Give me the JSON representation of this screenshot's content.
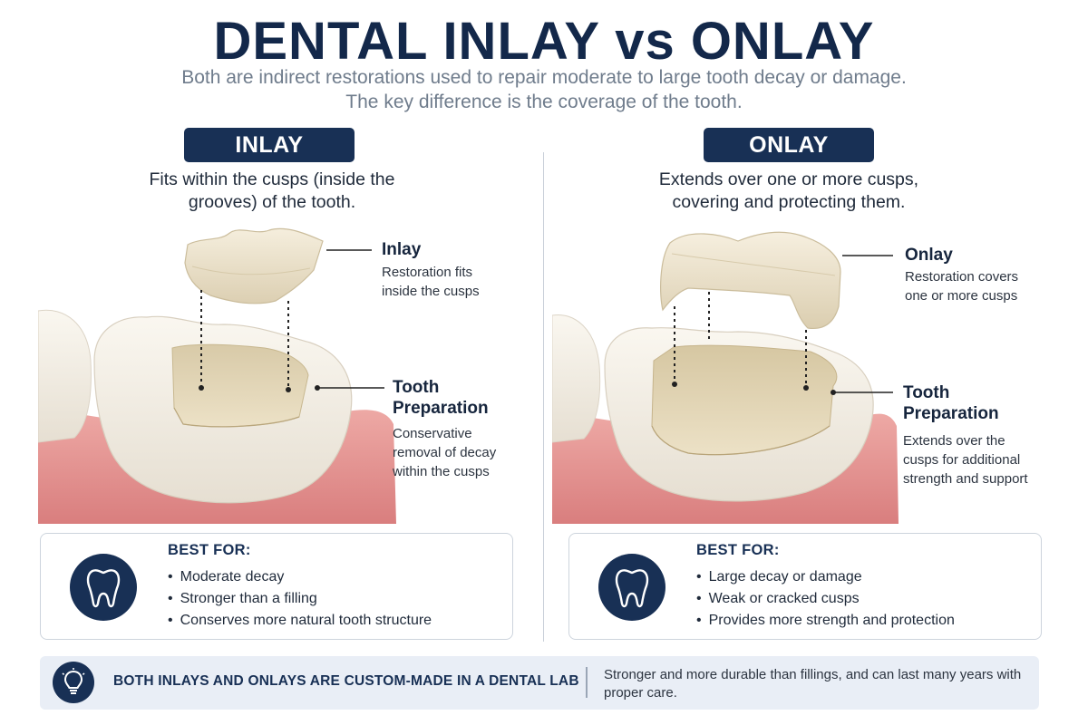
{
  "header": {
    "title": "DENTAL INLAY vs ONLAY",
    "subtitle_line1": "Both are indirect restorations used to repair moderate to large tooth decay or damage.",
    "subtitle_line2": "The key difference is the coverage of the tooth."
  },
  "inlay": {
    "pill": "INLAY",
    "desc_line1": "Fits within the cusps (inside the",
    "desc_line2": "grooves) of the tooth.",
    "callout_restoration_title": "Inlay",
    "callout_restoration_desc_line1": "Restoration fits",
    "callout_restoration_desc_line2": "inside the cusps",
    "callout_prep_title_line1": "Tooth",
    "callout_prep_title_line2": "Preparation",
    "callout_prep_desc_line1": "Conservative",
    "callout_prep_desc_line2": "removal of decay",
    "callout_prep_desc_line3": "within the cusps",
    "best_for_title": "BEST FOR:",
    "best_for": [
      "Moderate decay",
      "Stronger than a filling",
      "Conserves more natural tooth structure"
    ]
  },
  "onlay": {
    "pill": "ONLAY",
    "desc_line1": "Extends over one or more cusps,",
    "desc_line2": "covering and protecting them.",
    "callout_restoration_title": "Onlay",
    "callout_restoration_desc_line1": "Restoration covers",
    "callout_restoration_desc_line2": "one or more cusps",
    "callout_prep_title_line1": "Tooth",
    "callout_prep_title_line2": "Preparation",
    "callout_prep_desc_line1": "Extends over the",
    "callout_prep_desc_line2": "cusps for additional",
    "callout_prep_desc_line3": "strength and support",
    "best_for_title": "BEST FOR:",
    "best_for": [
      "Large decay or damage",
      "Weak or cracked cusps",
      "Provides more strength and protection"
    ]
  },
  "footer": {
    "main": "BOTH INLAYS AND ONLAYS ARE CUSTOM-MADE IN A DENTAL LAB",
    "note": "Stronger and more durable than fillings, and can last many years with proper care."
  },
  "icons": {
    "best_for_icon": "tooth-icon",
    "footer_icon": "lightbulb-icon"
  },
  "colors": {
    "navy": "#183055",
    "title": "#13284a",
    "gum": "#e79a98",
    "tooth": "#f1ece2",
    "restoration": "#eadfc7",
    "footer_bg": "#e9eef6"
  }
}
